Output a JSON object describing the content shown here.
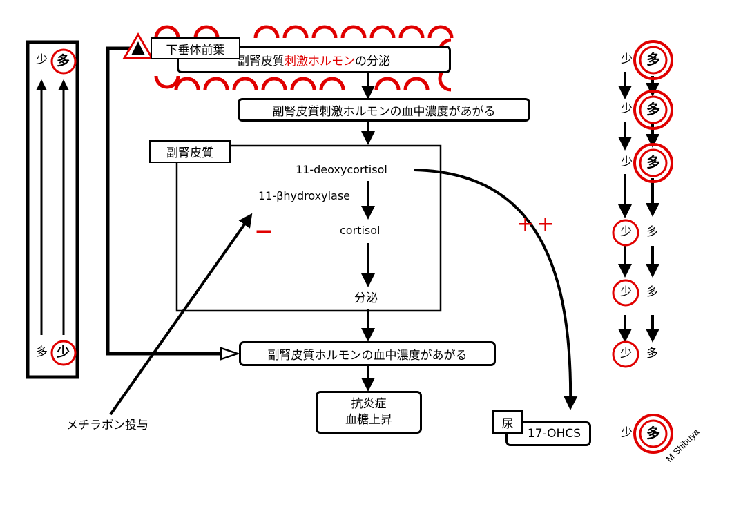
{
  "colors": {
    "accent_red": "#e00000",
    "line": "#000000"
  },
  "diagram": {
    "pituitary_label": "下垂体前葉",
    "acth_secretion": {
      "part1": "副腎皮質",
      "part2_red": "刺激ホルモン",
      "part3": "の分泌"
    },
    "acth_blood": "副腎皮質刺激ホルモンの血中濃度があがる",
    "adrenal_cortex_label": "副腎皮質",
    "deoxycortisol": "11-deoxycortisol",
    "hydroxylase": "11-βhydroxylase",
    "cortisol": "cortisol",
    "secretion": "分泌",
    "cortical_hormone_blood": "副腎皮質ホルモンの血中濃度があがる",
    "effects": [
      "抗炎症",
      "血糖上昇"
    ],
    "metyrapone": "メチラポン投与",
    "minus_sign": "−",
    "plus_sign": "++",
    "urine_label": "尿",
    "ohcs": "17-OHCS",
    "author": "M Shibuya"
  },
  "left_panel": {
    "top_few": "少",
    "top_many": "多",
    "bottom_many": "多",
    "bottom_few": "少"
  },
  "right_column": [
    {
      "few": "少",
      "many": "多"
    },
    {
      "few": "少",
      "many": "多"
    },
    {
      "few": "少",
      "many": "多"
    },
    {
      "few": "少",
      "many": "多"
    },
    {
      "few": "少",
      "many": "多"
    },
    {
      "few": "少",
      "many": "多"
    },
    {
      "few": "少",
      "many": "多"
    }
  ]
}
